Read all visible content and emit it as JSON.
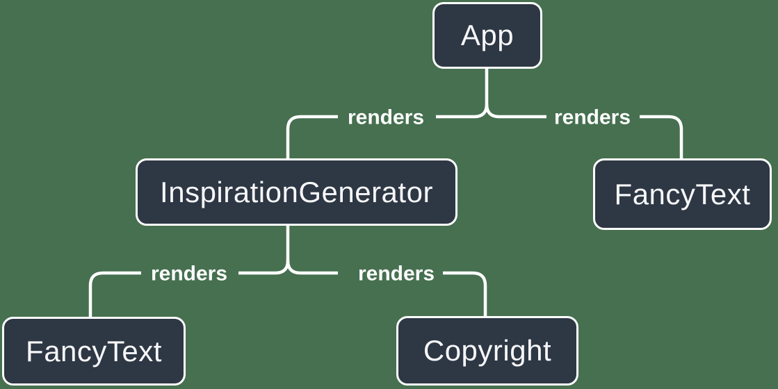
{
  "diagram": {
    "type": "react-render-tree",
    "colors": {
      "background": "#467050",
      "node_fill": "#2E3744",
      "node_border": "#FFFFFF",
      "node_text": "#F6F7F9",
      "edge": "#FFFFFF",
      "edge_label_text": "#FFFFFF"
    },
    "nodes": [
      {
        "id": "app",
        "label": "App"
      },
      {
        "id": "inspiration-generator",
        "label": "InspirationGenerator"
      },
      {
        "id": "fancy-text-top-right",
        "label": "FancyText"
      },
      {
        "id": "fancy-text-bottom-left",
        "label": "FancyText"
      },
      {
        "id": "copyright",
        "label": "Copyright"
      }
    ],
    "edges": [
      {
        "from": "App",
        "to": "InspirationGenerator",
        "label": "renders"
      },
      {
        "from": "App",
        "to": "FancyText",
        "label": "renders"
      },
      {
        "from": "InspirationGenerator",
        "to": "FancyText",
        "label": "renders"
      },
      {
        "from": "InspirationGenerator",
        "to": "Copyright",
        "label": "renders"
      }
    ]
  }
}
